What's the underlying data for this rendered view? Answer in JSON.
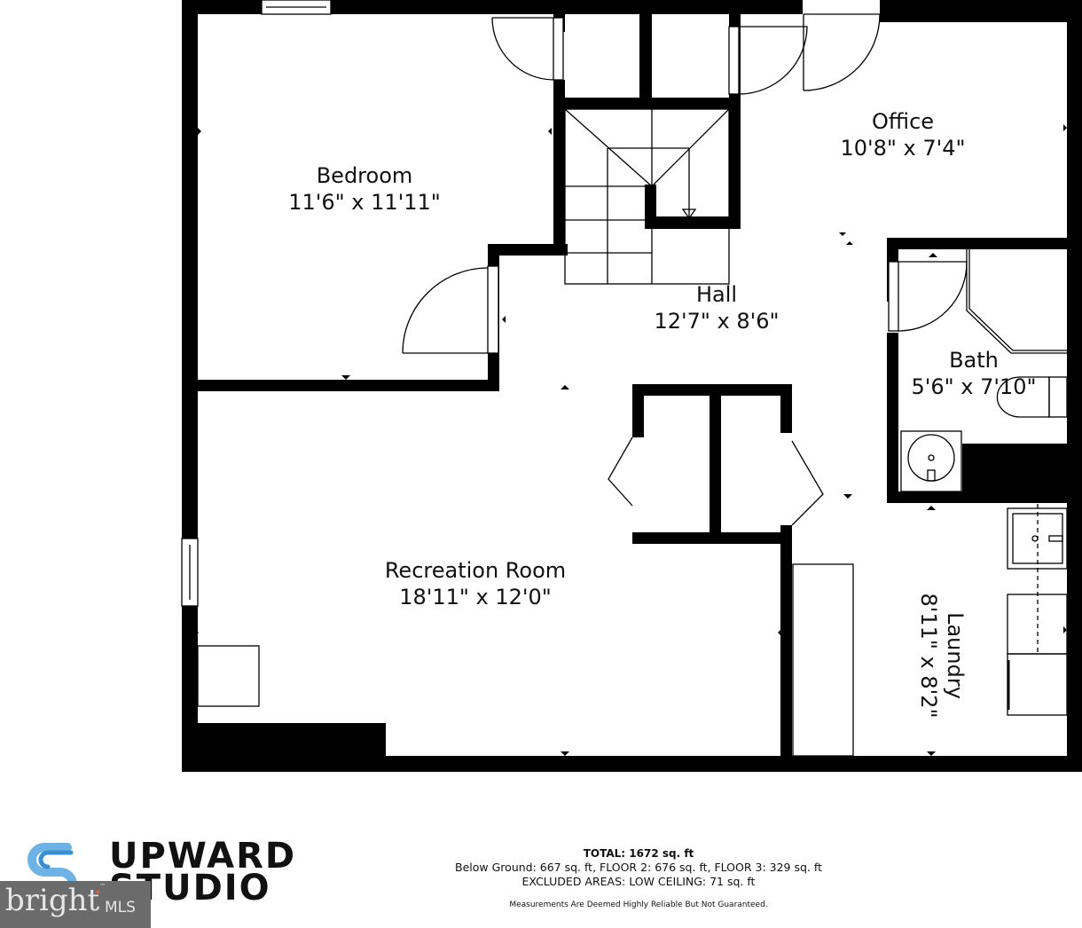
{
  "floorplan": {
    "rooms": [
      {
        "name": "Bedroom",
        "dimensions": "11'6\" x 11'11\""
      },
      {
        "name": "Office",
        "dimensions": "10'8\" x 7'4\""
      },
      {
        "name": "Hall",
        "dimensions": "12'7\" x 8'6\""
      },
      {
        "name": "Bath",
        "dimensions": "5'6\" x 7'10\""
      },
      {
        "name": "Recreation Room",
        "dimensions": "18'11\" x 12'0\""
      },
      {
        "name": "Laundry",
        "dimensions": "8'11\" x 8'2\""
      }
    ],
    "colors": {
      "wall": "#000000",
      "background": "#ffffff",
      "logo_blue": "#3a8fd0",
      "mls_badge": "#6b6b6b"
    }
  },
  "footer": {
    "total": "TOTAL: 1672 sq. ft",
    "breakdown": "Below Ground: 667 sq. ft, FLOOR 2: 676 sq. ft, FLOOR 3: 329 sq. ft",
    "excluded": "EXCLUDED AREAS: LOW CEILING: 71 sq. ft",
    "disclaimer": "Measurements Are Deemed Highly Reliable But Not Guaranteed."
  },
  "branding": {
    "studio_line1": "UPWARD",
    "studio_line2": "STUDIO",
    "mls_brand": "bright",
    "mls_suffix": "MLS",
    "mls_tm": "™"
  }
}
